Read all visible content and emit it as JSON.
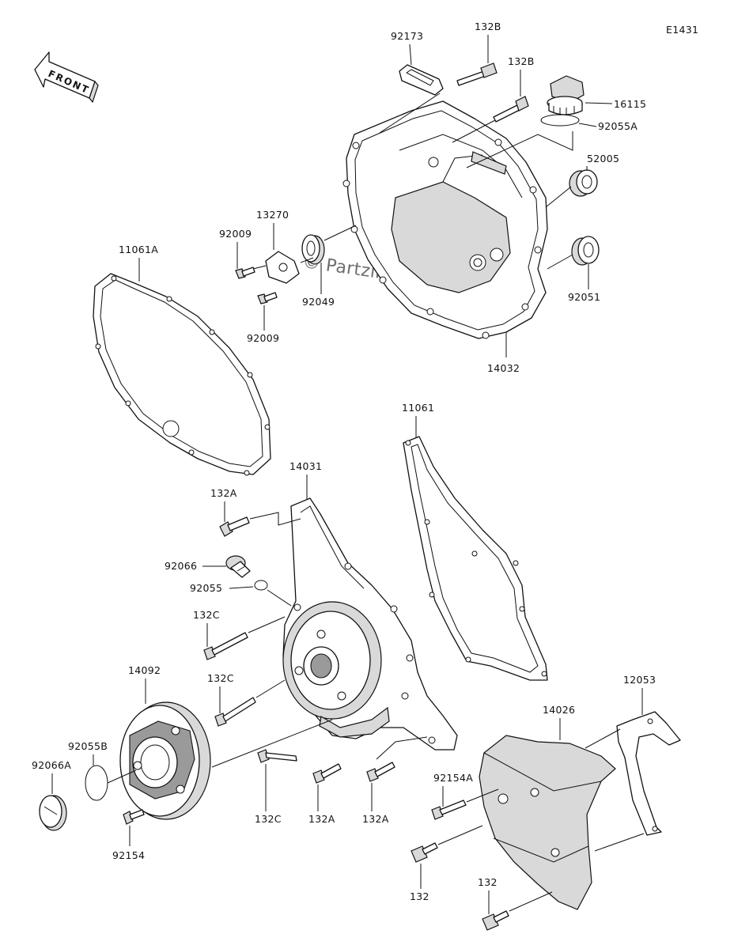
{
  "diagram_code": "E1431",
  "front_label": "FRONT",
  "watermark": "© Partzilla.com",
  "labels": {
    "p92173": "92173",
    "p132B_1": "132B",
    "p132B_2": "132B",
    "p16115": "16115",
    "p92055A": "92055A",
    "p52005": "52005",
    "p92051": "92051",
    "p14032": "14032",
    "p13270": "13270",
    "p92009_1": "92009",
    "p92009_2": "92009",
    "p92049": "92049",
    "p11061A": "11061A",
    "p11061": "11061",
    "p14031": "14031",
    "p132A_1": "132A",
    "p92066": "92066",
    "p92055": "92055",
    "p132C_1": "132C",
    "p132C_2": "132C",
    "p132C_3": "132C",
    "p132A_2": "132A",
    "p132A_3": "132A",
    "p14092": "14092",
    "p92055B": "92055B",
    "p92066A": "92066A",
    "p92154": "92154",
    "p92154A": "92154A",
    "p12053": "12053",
    "p14026": "14026",
    "p132_1": "132",
    "p132_2": "132"
  }
}
